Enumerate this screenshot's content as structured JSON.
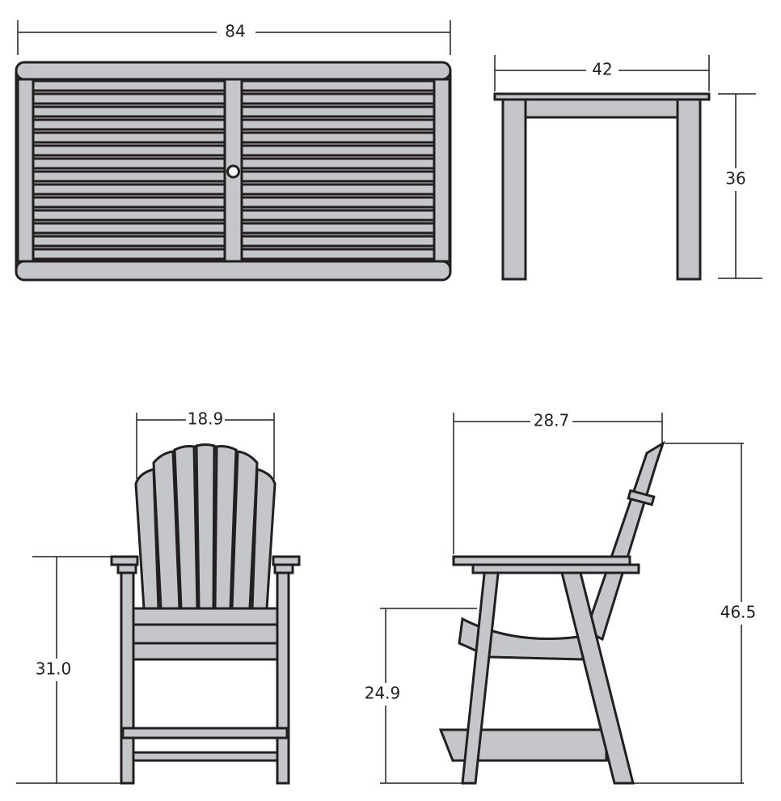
{
  "dimensions": {
    "table_length": "84",
    "table_width": "42",
    "table_height": "36",
    "chair_width": "18.9",
    "chair_arm_height": "31.0",
    "chair_depth": "28.7",
    "chair_seat_height": "24.9",
    "chair_height": "46.5"
  },
  "colors": {
    "fill": "#c4c6c9",
    "stroke": "#231f20"
  }
}
